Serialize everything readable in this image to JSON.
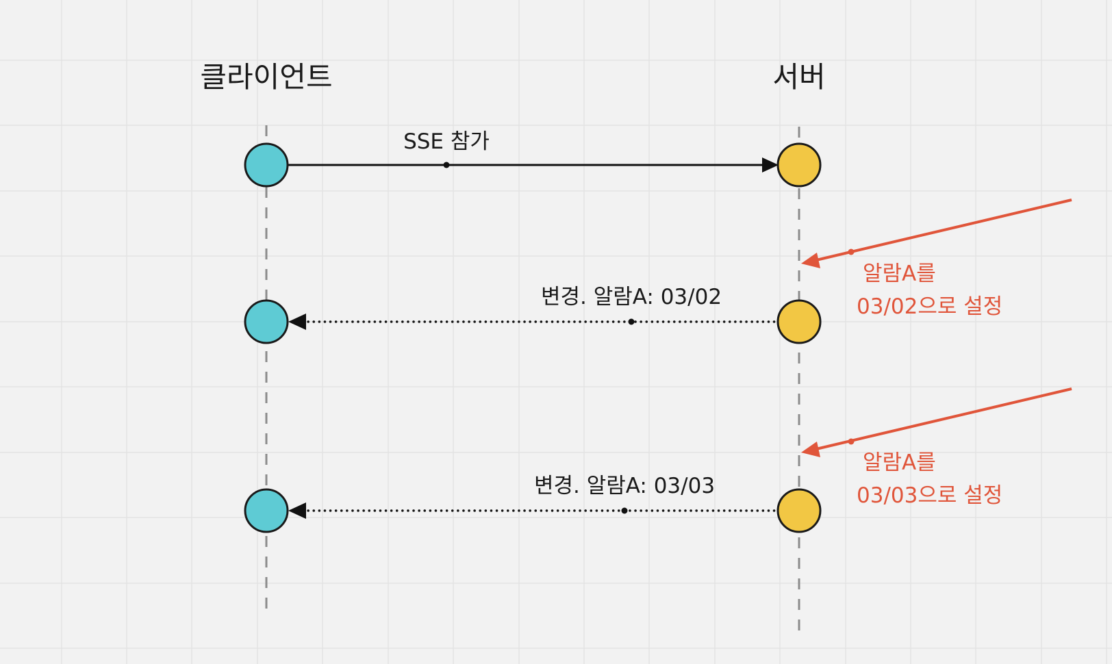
{
  "participants": {
    "client": {
      "label": "클라이언트"
    },
    "server": {
      "label": "서버"
    }
  },
  "messages": [
    {
      "id": "join",
      "label": "SSE 참가",
      "from": "client",
      "to": "server",
      "style": "solid"
    },
    {
      "id": "change1",
      "label": "변경. 알람A: 03/02",
      "from": "server",
      "to": "client",
      "style": "dotted"
    },
    {
      "id": "change2",
      "label": "변경. 알람A: 03/03",
      "from": "server",
      "to": "client",
      "style": "dotted"
    }
  ],
  "external_events": [
    {
      "id": "set1",
      "line1": "알람A를",
      "line2": "03/02으로 설정"
    },
    {
      "id": "set2",
      "line1": "알람A를",
      "line2": "03/03으로 설정"
    }
  ],
  "colors": {
    "background": "#f2f2f2",
    "grid": "#e3e3e3",
    "client_node": "#5ecbd4",
    "server_node": "#f2c744",
    "node_stroke": "#1a1a1a",
    "lifeline": "#8c8c8c",
    "message_line": "#111111",
    "annotation": "#e0553a",
    "text": "#1a1a1a"
  },
  "icons": {
    "node": "circle",
    "arrow_head": "triangle-arrowhead"
  }
}
